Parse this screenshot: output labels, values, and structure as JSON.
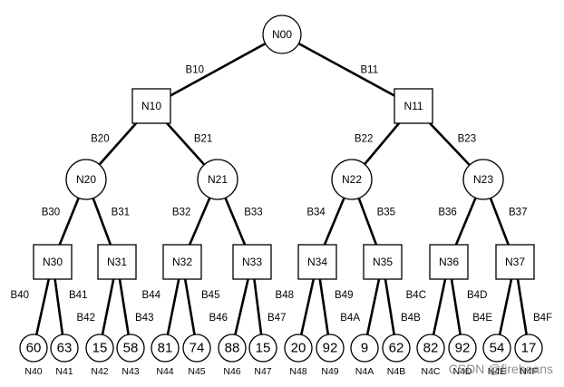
{
  "tree": {
    "root": "N00",
    "level1": [
      {
        "edge": "B10",
        "node": "N10"
      },
      {
        "edge": "B11",
        "node": "N11"
      }
    ],
    "level2": [
      {
        "edge": "B20",
        "node": "N20"
      },
      {
        "edge": "B21",
        "node": "N21"
      },
      {
        "edge": "B22",
        "node": "N22"
      },
      {
        "edge": "B23",
        "node": "N23"
      }
    ],
    "level3": [
      {
        "edge": "B30",
        "node": "N30"
      },
      {
        "edge": "B31",
        "node": "N31"
      },
      {
        "edge": "B32",
        "node": "N32"
      },
      {
        "edge": "B33",
        "node": "N33"
      },
      {
        "edge": "B34",
        "node": "N34"
      },
      {
        "edge": "B35",
        "node": "N35"
      },
      {
        "edge": "B36",
        "node": "N36"
      },
      {
        "edge": "B37",
        "node": "N37"
      }
    ],
    "leaves": [
      {
        "edge": "B40",
        "node": "N40",
        "value": "60"
      },
      {
        "edge": "B41",
        "node": "N41",
        "value": "63"
      },
      {
        "edge": "B42",
        "node": "N42",
        "value": "15"
      },
      {
        "edge": "B43",
        "node": "N43",
        "value": "58"
      },
      {
        "edge": "B44",
        "node": "N44",
        "value": "81"
      },
      {
        "edge": "B45",
        "node": "N45",
        "value": "74"
      },
      {
        "edge": "B46",
        "node": "N46",
        "value": "88"
      },
      {
        "edge": "B47",
        "node": "N47",
        "value": "15"
      },
      {
        "edge": "B48",
        "node": "N48",
        "value": "20"
      },
      {
        "edge": "B49",
        "node": "N49",
        "value": "92"
      },
      {
        "edge": "B4A",
        "node": "N4A",
        "value": "9"
      },
      {
        "edge": "B4B",
        "node": "N4B",
        "value": "62"
      },
      {
        "edge": "B4C",
        "node": "N4C",
        "value": "82"
      },
      {
        "edge": "B4D",
        "node": "N4D",
        "value": "92"
      },
      {
        "edge": "B4E",
        "node": "N4E",
        "value": "54"
      },
      {
        "edge": "B4F",
        "node": "N4F",
        "value": "17"
      }
    ]
  },
  "watermark": "CSDN @firebeans"
}
